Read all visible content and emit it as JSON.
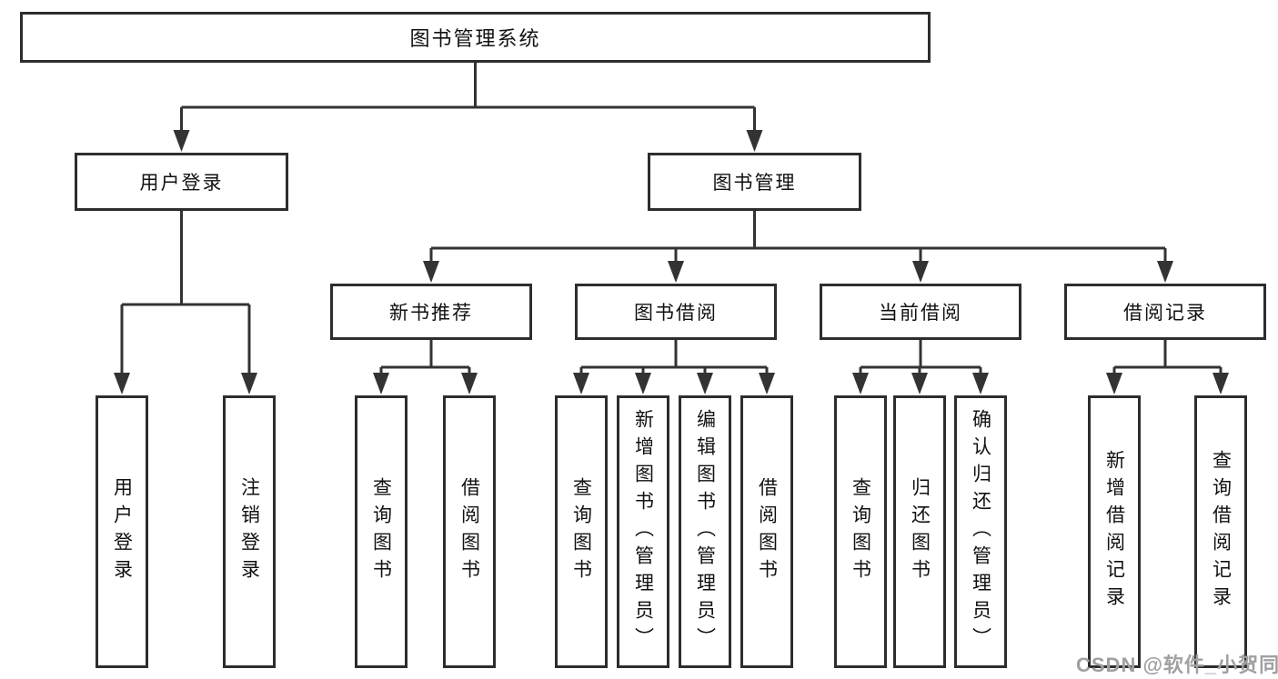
{
  "tree": {
    "root": {
      "label": "图书管理系统",
      "children": [
        {
          "label": "用户登录",
          "children": [
            {
              "label": "用户登录"
            },
            {
              "label": "注销登录"
            }
          ]
        },
        {
          "label": "图书管理",
          "children": [
            {
              "label": "新书推荐",
              "children": [
                {
                  "label": "查询图书"
                },
                {
                  "label": "借阅图书"
                }
              ]
            },
            {
              "label": "图书借阅",
              "children": [
                {
                  "label": "查询图书"
                },
                {
                  "label": "新增图书（管理员）"
                },
                {
                  "label": "编辑图书（管理员）"
                },
                {
                  "label": "借阅图书"
                }
              ]
            },
            {
              "label": "当前借阅",
              "children": [
                {
                  "label": "查询图书"
                },
                {
                  "label": "归还图书"
                },
                {
                  "label": "确认归还（管理员）"
                }
              ]
            },
            {
              "label": "借阅记录",
              "children": [
                {
                  "label": "新增借阅记录"
                },
                {
                  "label": "查询借阅记录"
                }
              ]
            }
          ]
        }
      ]
    }
  },
  "watermark": {
    "text": "CSDN @软件_小贺同学"
  },
  "colors": {
    "line": "#333333",
    "border": "#2d2d2d",
    "text": "#111111",
    "background": "#ffffff",
    "watermark": "#a0a0a0"
  }
}
